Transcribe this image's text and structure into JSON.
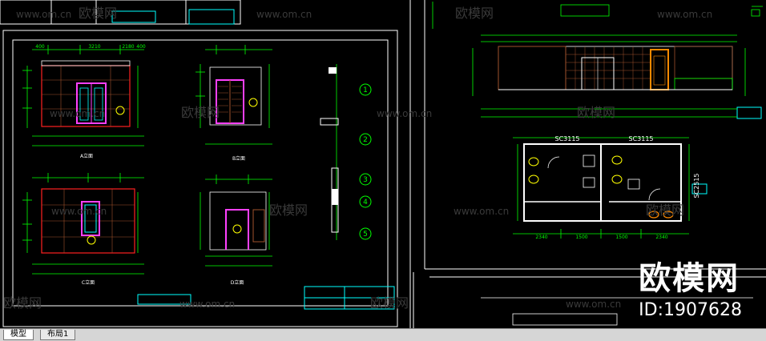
{
  "watermark": {
    "site": "www.om.cn",
    "brand": "欧模网"
  },
  "brand_block": {
    "name": "欧模网",
    "id_label": "ID:1907628"
  },
  "layout_tabs": [
    {
      "label": "模型"
    },
    {
      "label": "布局1"
    }
  ],
  "drawing": {
    "elevation_labels": [
      "A立面",
      "B立面",
      "C立面",
      "D立面"
    ],
    "plan_dims_top": [
      "SC3115",
      "SC3115"
    ],
    "plan_dim_side": "SC2515",
    "plan_dims_bottom": [
      "2340",
      "1500",
      "1500",
      "2340"
    ],
    "elev_dims_top": [
      "400",
      "3210",
      "2180",
      "400"
    ],
    "section_markers": [
      "1",
      "2",
      "3",
      "4",
      "5"
    ]
  },
  "colors": {
    "green": "#00ff00",
    "cyan": "#00ffff",
    "white": "#ffffff",
    "red": "#ff2020",
    "magenta": "#ff40ff",
    "yellow": "#ffff00",
    "orange": "#ff8a00",
    "brown": "#a0522d",
    "wm": "#444444"
  }
}
